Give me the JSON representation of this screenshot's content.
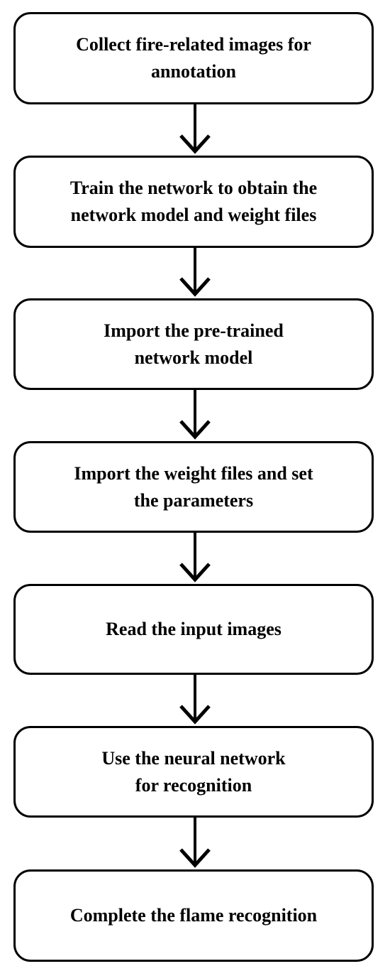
{
  "steps": [
    {
      "label": "Collect fire-related images for\nannotation"
    },
    {
      "label": "Train the network to obtain the\nnetwork model and weight files"
    },
    {
      "label": "Import the pre-trained\nnetwork model"
    },
    {
      "label": "Import the weight files and set\nthe parameters"
    },
    {
      "label": "Read the input images"
    },
    {
      "label": "Use the neural network\nfor recognition"
    },
    {
      "label": "Complete the flame recognition"
    }
  ]
}
